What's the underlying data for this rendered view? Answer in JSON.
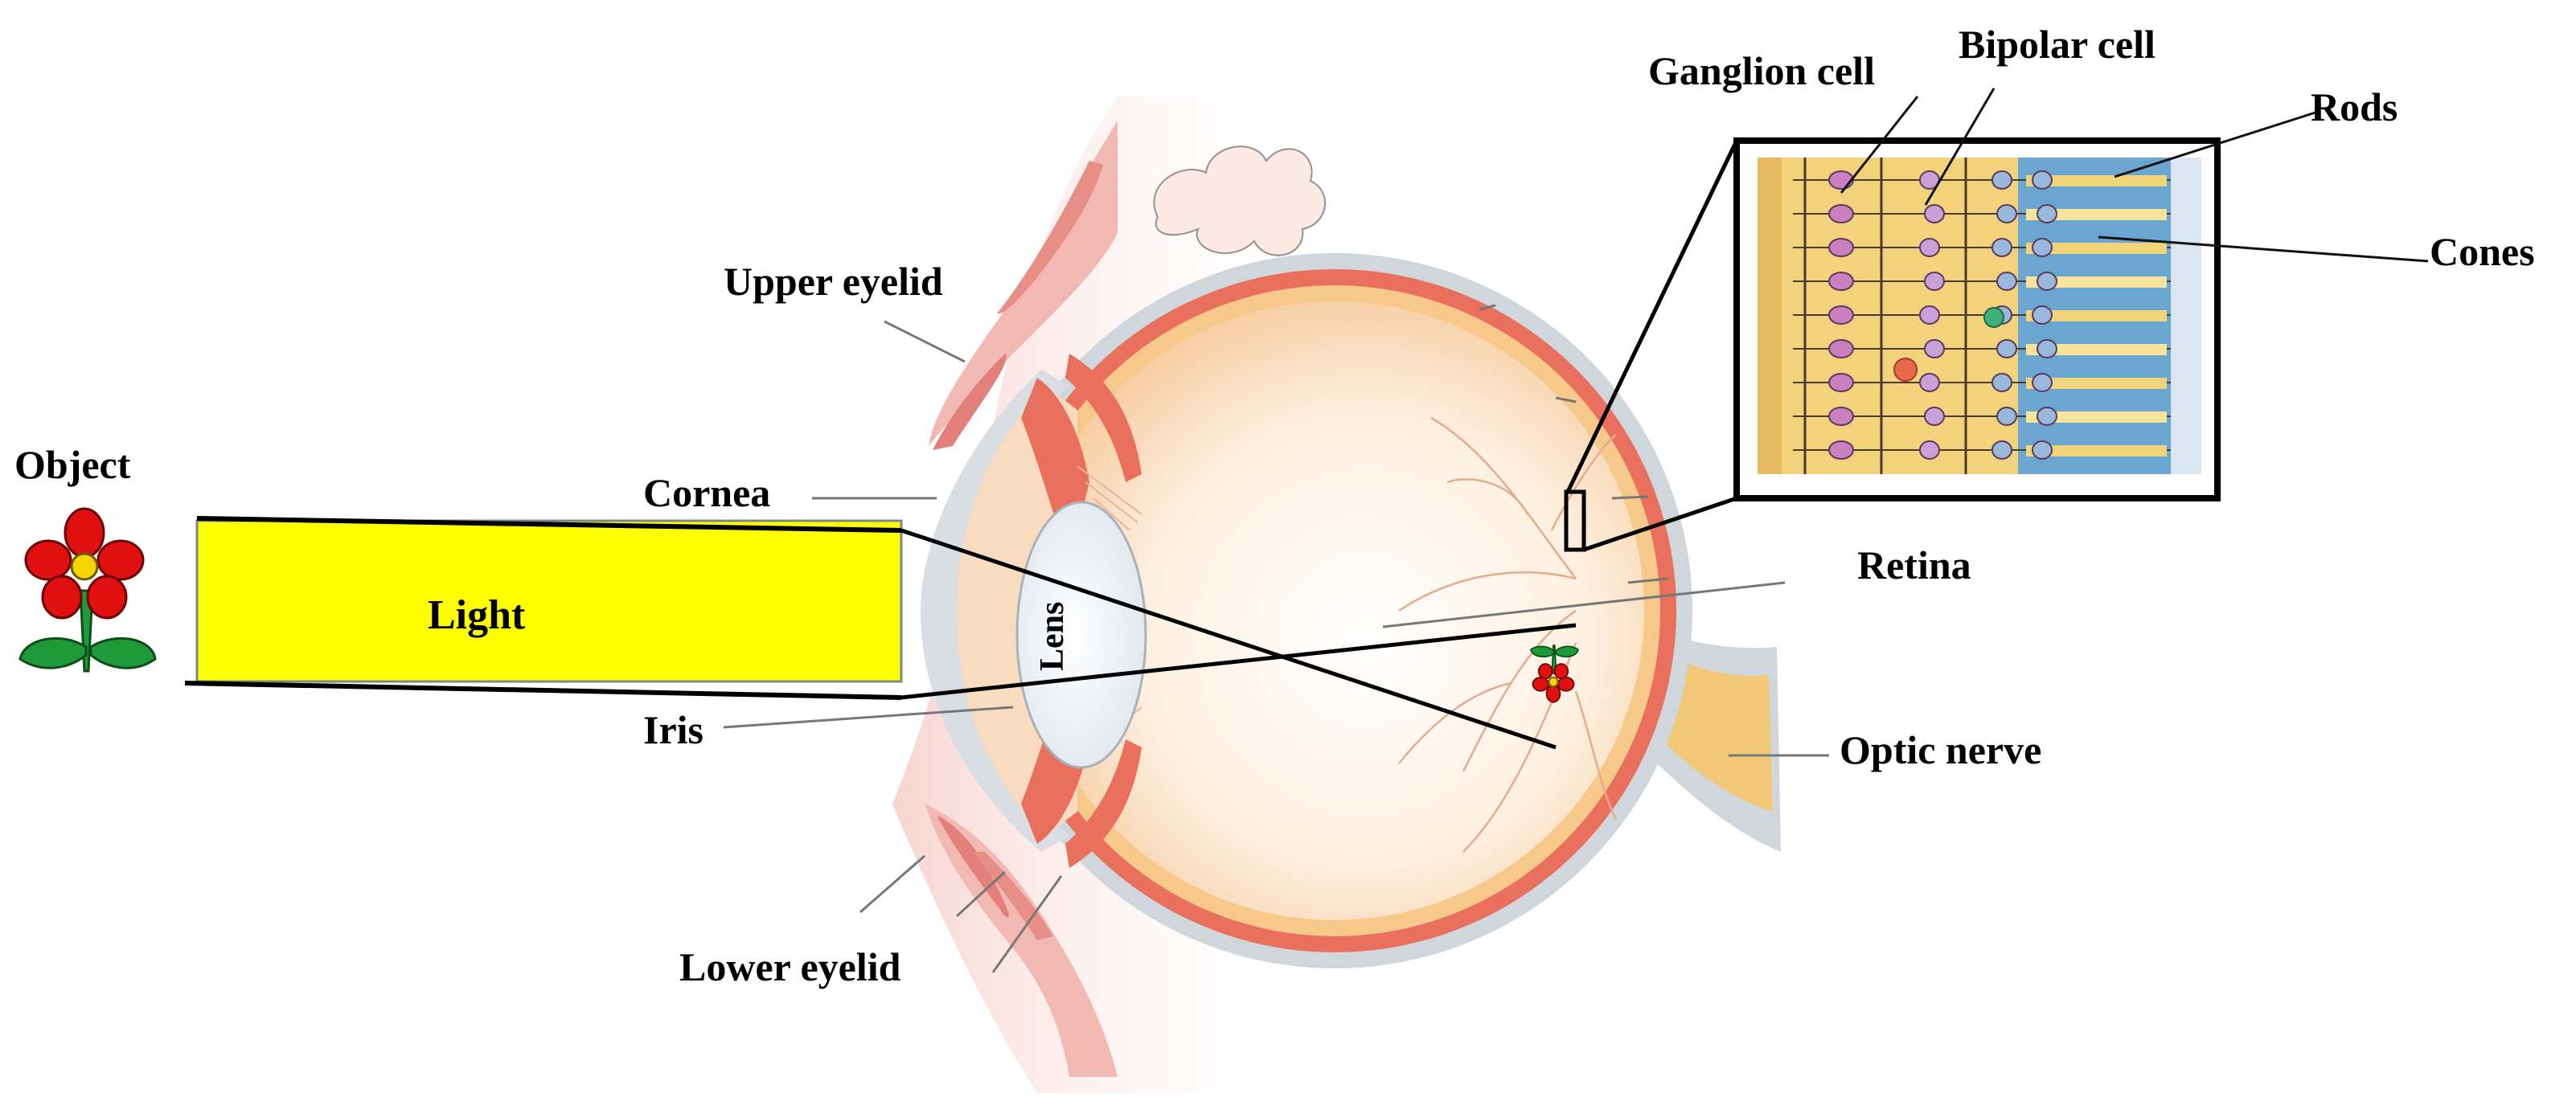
{
  "labels": {
    "object": "Object",
    "light": "Light",
    "cornea": "Cornea",
    "iris": "Iris",
    "lens": "Lens",
    "upper_eyelid": "Upper eyelid",
    "lower_eyelid": "Lower eyelid",
    "retina": "Retina",
    "optic_nerve": "Optic nerve",
    "ganglion_cell": "Ganglion cell",
    "bipolar_cell": "Bipolar cell",
    "rods": "Rods",
    "cones": "Cones"
  },
  "colors": {
    "light_beam": "#ffff00",
    "sclera": "#cfd6dc",
    "choroid": "#e8705c",
    "vitreous": "#fbe2c4",
    "eyelid_skin": "#f5c9c4",
    "optic_nerve": "#f0c877",
    "flower_petal": "#e01010",
    "flower_center": "#f5d400",
    "leaf": "#1f9a3a",
    "inset_yellow": "#f2d27a",
    "inset_blue": "#6aa6cf"
  },
  "icons": {
    "object": "flower-icon",
    "image_on_retina": "inverted-flower-icon"
  }
}
